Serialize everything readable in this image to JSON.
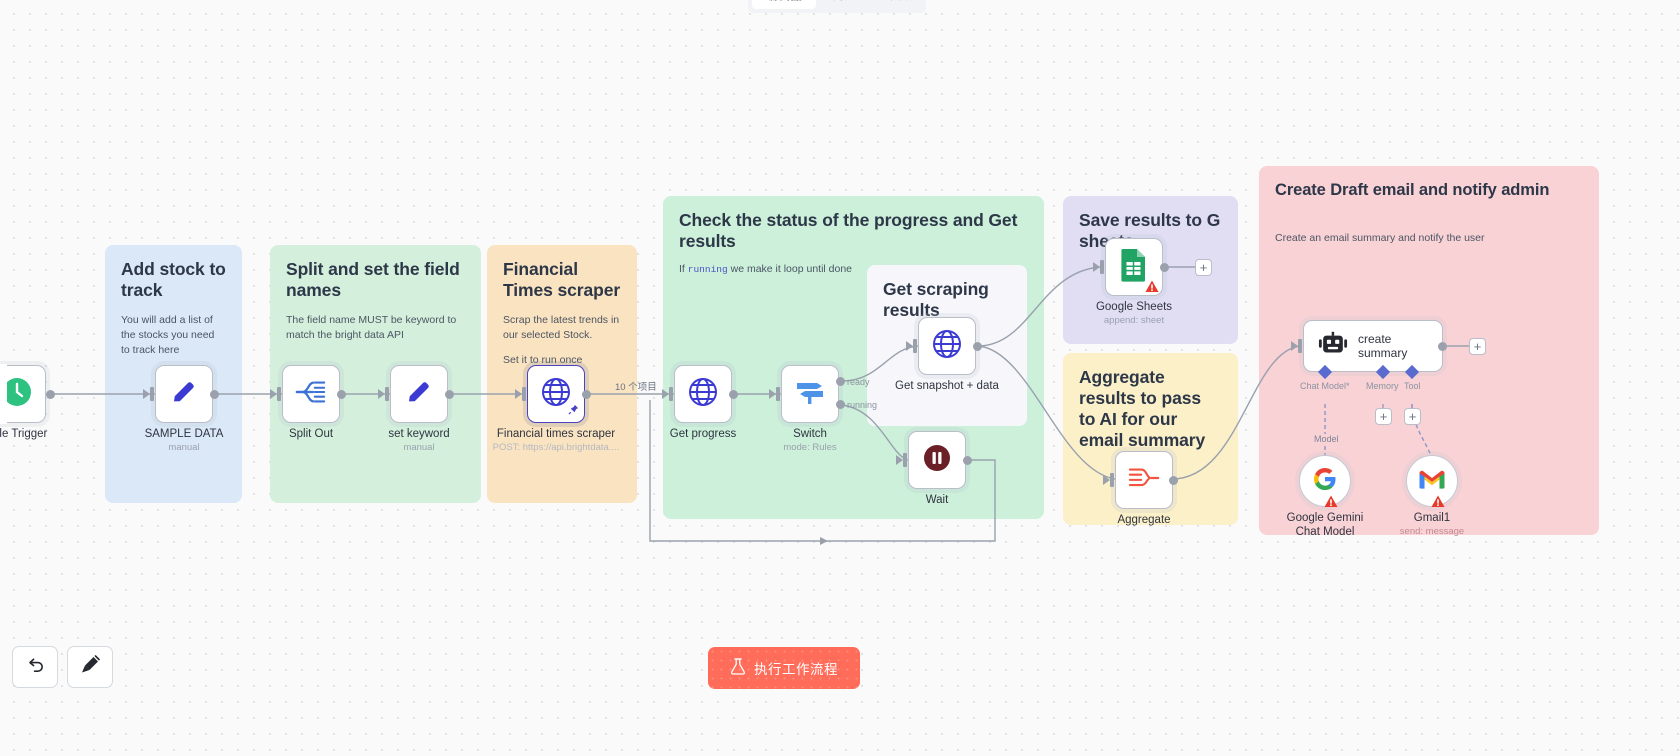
{
  "tabs": [
    {
      "label": "编辑器",
      "active": true
    },
    {
      "label": "执行",
      "active": false
    },
    {
      "label": "评估",
      "active": false
    }
  ],
  "groups": {
    "add_stock": {
      "title": "Add stock to track",
      "note": "You will add a list of the stocks you need to track here",
      "color": "#dbe8f7"
    },
    "split_set": {
      "title": "Split and set the field names",
      "note": "The field name MUST be keyword to match the bright data API",
      "color": "#d4f0dd"
    },
    "ft_scraper": {
      "title": "Financial Times scraper",
      "note1": "Scrap the latest trends in our selected Stock.",
      "note2": "Set it to run once",
      "color": "#fae3c0"
    },
    "check_status": {
      "title": "Check the status of the progress and Get results",
      "note_pre": "If ",
      "note_code": "running",
      "note_post": " we make it loop until done",
      "color": "#cdf0db"
    },
    "get_results": {
      "title": "Get scraping results",
      "color": "#f7f7fb"
    },
    "save_sheets": {
      "title": "Save results to G sheets",
      "color": "#e1def4"
    },
    "aggregate": {
      "title": "Aggregate results to pass to AI for our email summary",
      "color": "#fbf0c8"
    },
    "draft_email": {
      "title": "Create Draft email and notify admin",
      "note": "Create an email summary and notify the user",
      "color": "#f9d2d6"
    }
  },
  "nodes": {
    "schedule_trigger": {
      "label": "dule Trigger",
      "icon": "clock-icon"
    },
    "sample_data": {
      "label": "SAMPLE DATA",
      "subtitle": "manual",
      "icon": "edit-pencil-icon"
    },
    "split_out": {
      "label": "Split Out",
      "subtitle": "",
      "icon": "split-out-icon"
    },
    "set_keyword": {
      "label": "set keyword",
      "subtitle": "manual",
      "icon": "edit-pencil-icon"
    },
    "ft_scraper_node": {
      "label": "Financial times scraper",
      "subtitle": "POST: https://api.brightdata....",
      "icon": "globe-icon"
    },
    "get_progress": {
      "label": "Get progress",
      "subtitle": "",
      "icon": "globe-icon"
    },
    "switch": {
      "label": "Switch",
      "subtitle": "mode: Rules",
      "icon": "switch-signpost-icon"
    },
    "get_snapshot": {
      "label": "Get snapshot + data",
      "subtitle": "",
      "icon": "globe-icon"
    },
    "wait": {
      "label": "Wait",
      "subtitle": "",
      "icon": "pause-icon"
    },
    "google_sheets": {
      "label": "Google Sheets",
      "subtitle": "append: sheet",
      "icon": "google-sheets-icon"
    },
    "aggregate_node": {
      "label": "Aggregate",
      "subtitle": "",
      "icon": "aggregate-icon"
    },
    "create_summary": {
      "label": "create summary",
      "icon": "robot-icon"
    },
    "gemini": {
      "label": "Google Gemini Chat Model",
      "icon": "google-g-icon"
    },
    "gmail": {
      "label": "Gmail1",
      "subtitle": "send: message",
      "icon": "gmail-icon"
    }
  },
  "edge_labels": {
    "items_count": "10 个项目",
    "switch_ready": "ready",
    "switch_running": "running"
  },
  "agent_ports": {
    "chat_model": "Chat Model*",
    "memory": "Memory",
    "tool": "Tool",
    "model_link": "Model"
  },
  "controls": {
    "undo": "undo-icon",
    "tidy": "tidy-up-icon",
    "execute_label": "执行工作流程",
    "execute_icon": "flask-icon",
    "execute_color": "#ff6d5a"
  }
}
